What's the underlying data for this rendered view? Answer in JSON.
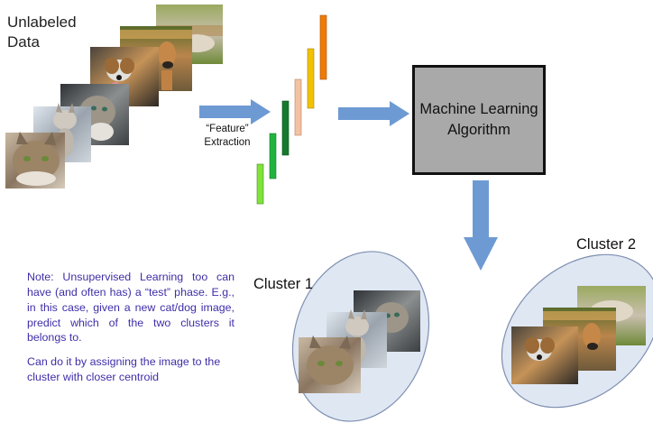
{
  "unlabeled_data": {
    "line1": "Unlabeled",
    "line2": "Data"
  },
  "feature_extraction": {
    "line1": "“Feature”",
    "line2": "Extraction"
  },
  "ml_algorithm": {
    "line1": "Machine Learning",
    "line2": "Algorithm"
  },
  "clusters": {
    "cluster1_label": "Cluster 1",
    "cluster2_label": "Cluster 2"
  },
  "note": {
    "paragraph1": "Note: Unsupervised Learning too can have (and often has) a “test” phase. E.g., in this case, given a new cat/dog image, predict which of the two clusters it belongs to.",
    "paragraph2": "Can do it by assigning the image to the cluster with closer centroid"
  },
  "colors": {
    "arrow": "#6e9ad4",
    "cluster_fill": "#dfe7f3",
    "cluster_stroke": "#7e8fb0",
    "ml_box_fill": "#a9a9a9",
    "note_text": "#3f2ea8",
    "feature_bars": [
      "#7fe33a",
      "#22b33f",
      "#157a2e",
      "#f2c2a2",
      "#f2c200",
      "#f07a08"
    ]
  },
  "images": [
    "cat-image",
    "kitten-image",
    "tabby-cat-image",
    "beagle-image",
    "boxer-dog-image",
    "dog-image"
  ]
}
